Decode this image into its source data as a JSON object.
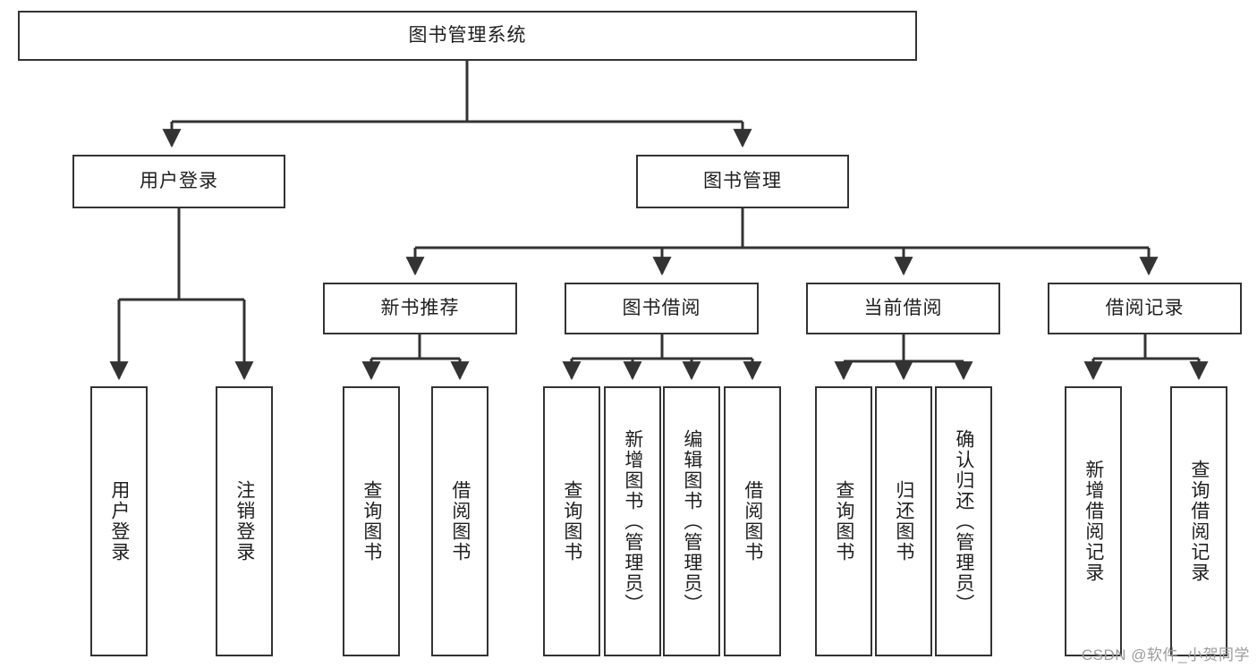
{
  "diagram": {
    "title": "图书管理系统",
    "type": "tree-hierarchy-diagram",
    "root": {
      "id": "root",
      "label": "图书管理系统"
    },
    "level2": [
      {
        "id": "user-login",
        "label": "用户登录"
      },
      {
        "id": "book-manage",
        "label": "图书管理"
      }
    ],
    "level3": [
      {
        "id": "new-book-recommend",
        "label": "新书推荐"
      },
      {
        "id": "book-borrow",
        "label": "图书借阅"
      },
      {
        "id": "current-borrow",
        "label": "当前借阅"
      },
      {
        "id": "borrow-record",
        "label": "借阅记录"
      }
    ],
    "leaves": {
      "user_login": [
        {
          "id": "leaf-user-login",
          "label": "用户登录"
        },
        {
          "id": "leaf-logout",
          "label": "注销登录"
        }
      ],
      "new_book_recommend": [
        {
          "id": "leaf-query-book-1",
          "label": "查询图书"
        },
        {
          "id": "leaf-borrow-book-1",
          "label": "借阅图书"
        }
      ],
      "book_borrow": [
        {
          "id": "leaf-query-book-2",
          "label": "查询图书"
        },
        {
          "id": "leaf-add-book",
          "label": "新增图书（管理员）"
        },
        {
          "id": "leaf-edit-book",
          "label": "编辑图书（管理员）"
        },
        {
          "id": "leaf-borrow-book-2",
          "label": "借阅图书"
        }
      ],
      "current_borrow": [
        {
          "id": "leaf-query-book-3",
          "label": "查询图书"
        },
        {
          "id": "leaf-return-book",
          "label": "归还图书"
        },
        {
          "id": "leaf-confirm-return",
          "label": "确认归还（管理员）"
        }
      ],
      "borrow_record": [
        {
          "id": "leaf-add-record",
          "label": "新增借阅记录"
        },
        {
          "id": "leaf-query-record",
          "label": "查询借阅记录"
        }
      ]
    },
    "colors": {
      "border": "#333333",
      "background": "#ffffff",
      "text": "#1f1f1f",
      "watermark": "#9b9b9b"
    }
  },
  "watermark": {
    "text": "CSDN @软件_小贺同学"
  }
}
